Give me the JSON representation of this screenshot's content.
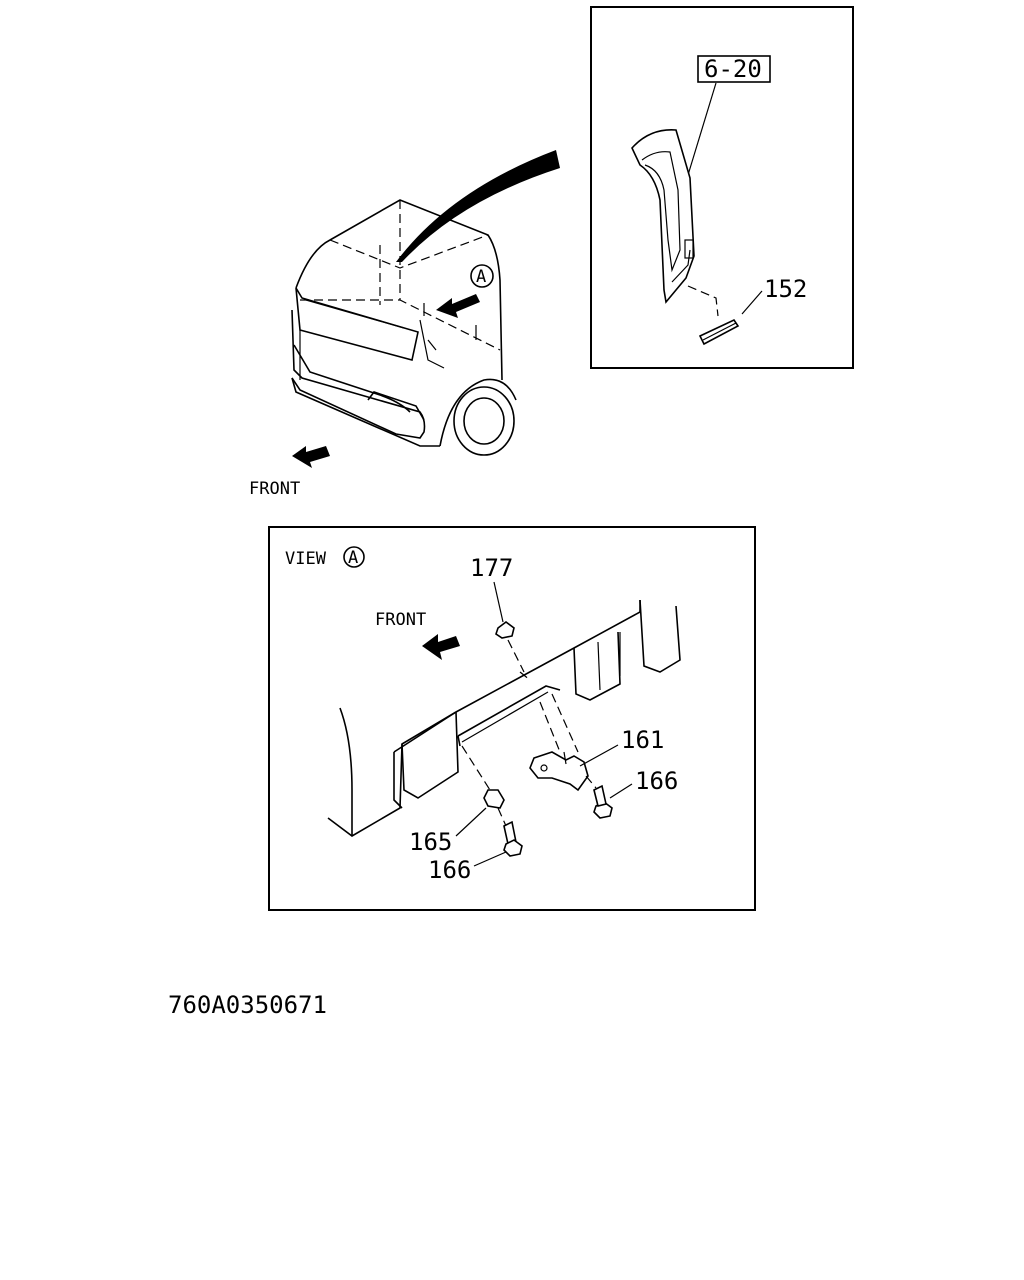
{
  "detail_box": {
    "ref_label": "6-20",
    "part_152": "152"
  },
  "overview": {
    "view_marker": "A",
    "front_label": "FRONT"
  },
  "view_a": {
    "title_prefix": "VIEW",
    "title_marker": "A",
    "front_label": "FRONT",
    "parts": {
      "p177": "177",
      "p161": "161",
      "p166_right": "166",
      "p165": "165",
      "p166_left": "166"
    }
  },
  "drawing_number": "760A0350671"
}
